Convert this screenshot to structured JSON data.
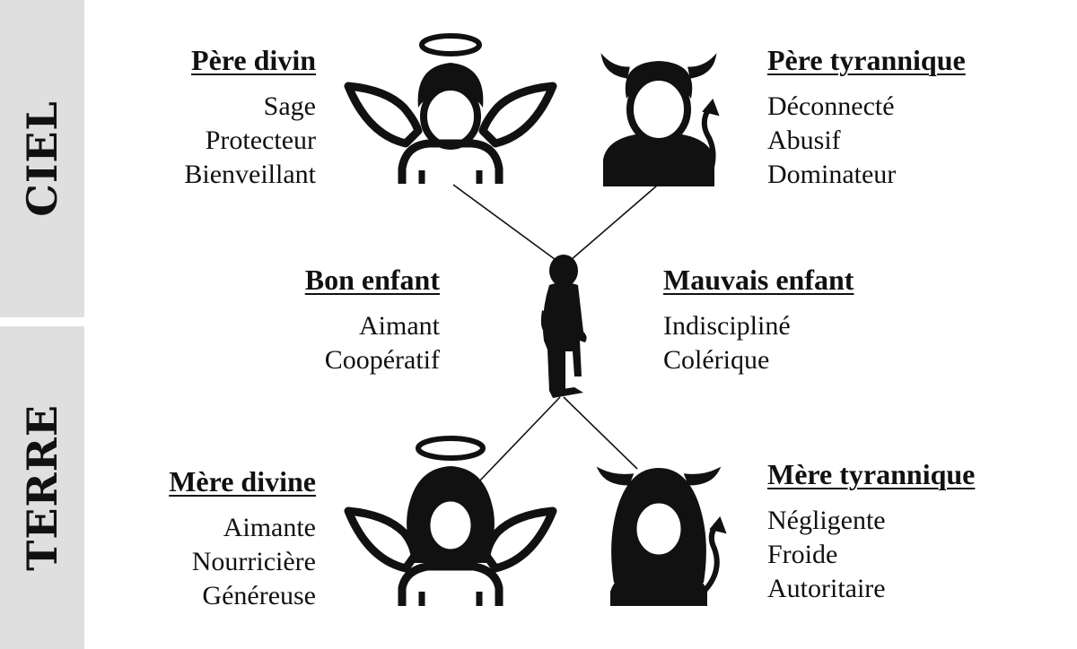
{
  "sections": {
    "sky_label": "CIEL",
    "earth_label": "TERRE"
  },
  "divine_father": {
    "title": "Père divin",
    "traits": [
      "Sage",
      "Protecteur",
      "Bienveillant"
    ],
    "icon": "angel-man-icon"
  },
  "tyrant_father": {
    "title": "Père tyrannique",
    "traits": [
      "Déconnecté",
      "Abusif",
      "Dominateur"
    ],
    "icon": "devil-man-icon"
  },
  "good_child": {
    "title": "Bon enfant",
    "traits": [
      "Aimant",
      "Coopératif"
    ]
  },
  "bad_child": {
    "title": "Mauvais enfant",
    "traits": [
      "Indiscipliné",
      "Colérique"
    ]
  },
  "child_figure": {
    "icon": "child-silhouette-icon"
  },
  "divine_mother": {
    "title": "Mère divine",
    "traits": [
      "Aimante",
      "Nourricière",
      "Généreuse"
    ],
    "icon": "angel-woman-icon"
  },
  "tyrant_mother": {
    "title": "Mère tyrannique",
    "traits": [
      "Négligente",
      "Froide",
      "Autoritaire"
    ],
    "icon": "devil-woman-icon"
  },
  "colors": {
    "band": "#e0dfdf",
    "ink": "#111111",
    "background": "#ffffff"
  }
}
